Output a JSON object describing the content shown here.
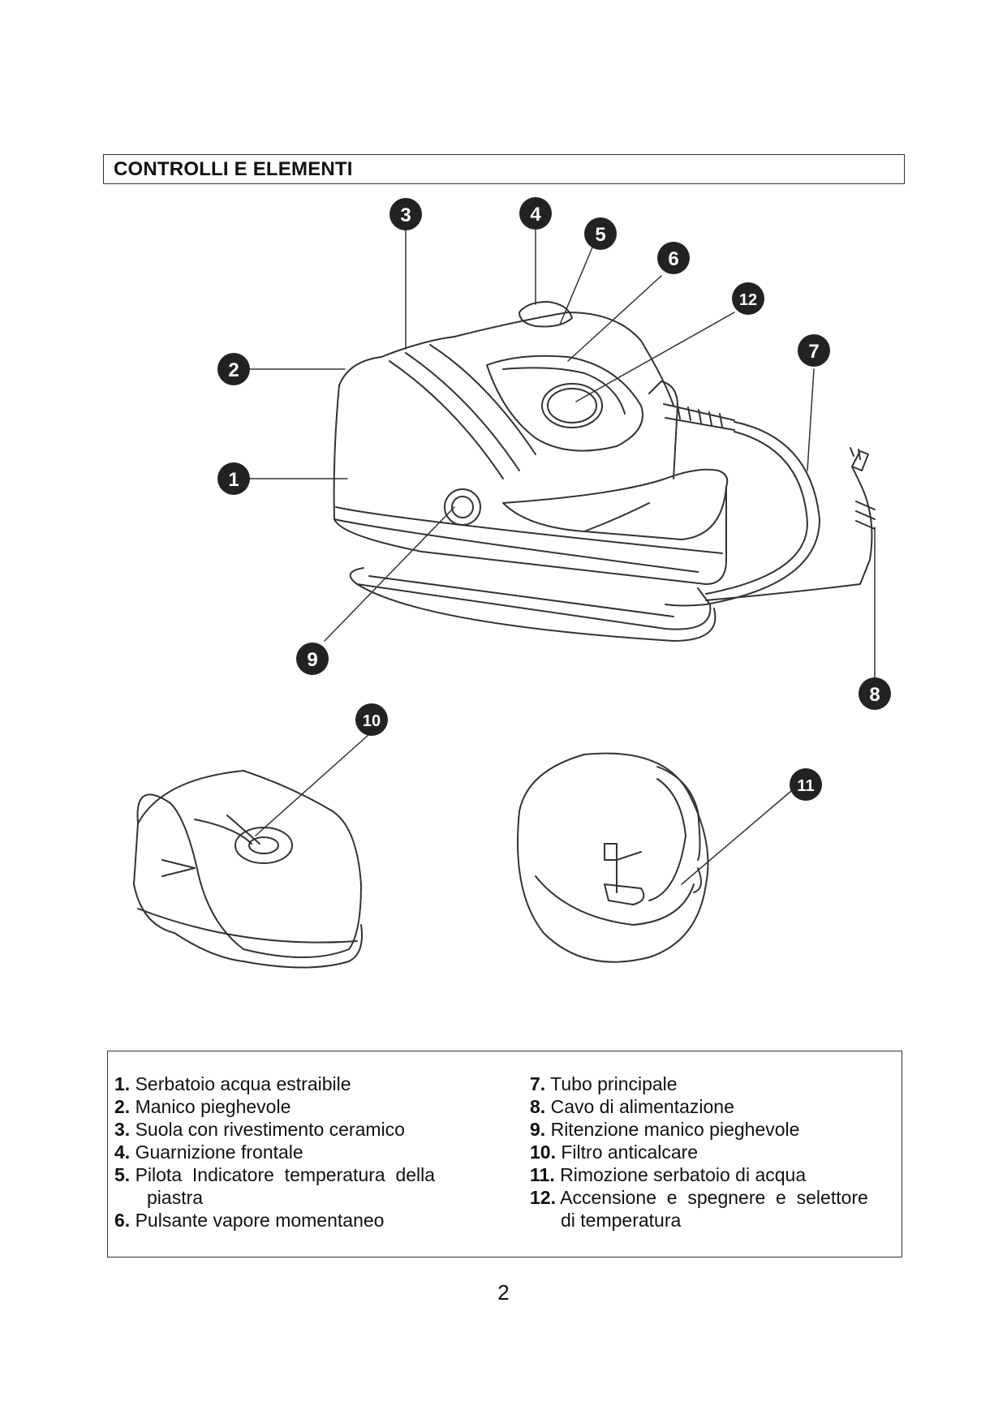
{
  "section_title": "CONTROLLI E ELEMENTI",
  "callouts": [
    "1",
    "2",
    "3",
    "4",
    "5",
    "6",
    "7",
    "8",
    "9",
    "10",
    "11",
    "12"
  ],
  "legend": {
    "left": [
      {
        "num": "1.",
        "text": "Serbatoio acqua estraibile"
      },
      {
        "num": "2.",
        "text": "Manico pieghevole"
      },
      {
        "num": "3.",
        "text": "Suola con rivestimento ceramico"
      },
      {
        "num": "4.",
        "text": "Guarnizione frontale"
      },
      {
        "num": "5.",
        "text": "Pilota  Indicatore  temperatura  della",
        "cont": "piastra"
      },
      {
        "num": "6.",
        "text": "Pulsante vapore momentaneo"
      }
    ],
    "right": [
      {
        "num": "7.",
        "text": "Tubo principale"
      },
      {
        "num": "8.",
        "text": "Cavo di alimentazione"
      },
      {
        "num": "9.",
        "text": "Ritenzione manico pieghevole"
      },
      {
        "num": "10.",
        "text": "Filtro anticalcare"
      },
      {
        "num": "11.",
        "text": "Rimozione serbatoio di acqua"
      },
      {
        "num": "12.",
        "text": "Accensione  e  spegnere  e  selettore",
        "cont": "di temperatura"
      }
    ]
  },
  "page_number": "2"
}
